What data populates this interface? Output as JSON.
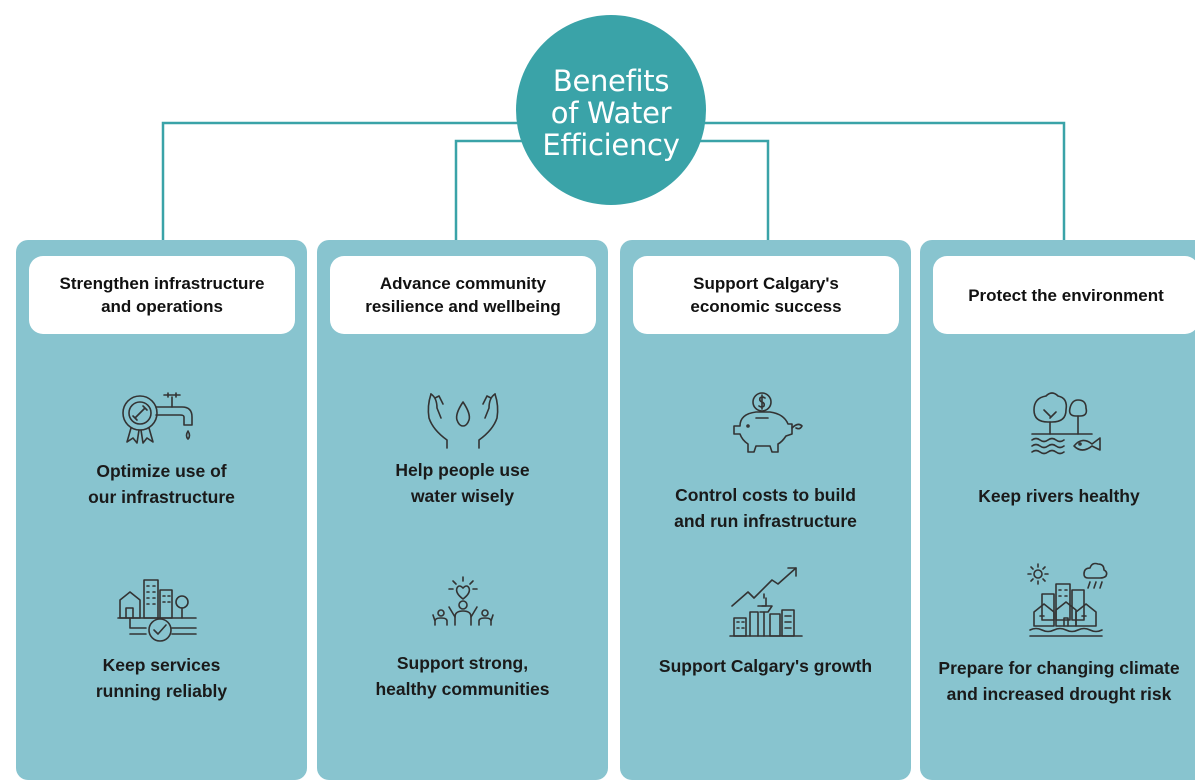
{
  "hub": {
    "line1": "Benefits",
    "line2": "of Water",
    "line3": "Efficiency"
  },
  "colors": {
    "hub": "#3aa3a8",
    "column": "#88c4cf",
    "connector": "#3aa3a8",
    "header_card": "#ffffff",
    "icon_stroke": "#333333"
  },
  "columns": [
    {
      "title": "Strengthen infrastructure\nand operations",
      "items": [
        {
          "icon": "faucet-gear-icon",
          "text": "Optimize use of\nour infrastructure"
        },
        {
          "icon": "buildings-pipe-check-icon",
          "text": "Keep services\nrunning reliably"
        }
      ]
    },
    {
      "title": "Advance community\nresilience and wellbeing",
      "items": [
        {
          "icon": "hands-water-drop-icon",
          "text": "Help people use\nwater wisely"
        },
        {
          "icon": "people-heart-icon",
          "text": "Support strong,\nhealthy communities"
        }
      ]
    },
    {
      "title": "Support Calgary's\neconomic success",
      "items": [
        {
          "icon": "piggy-bank-icon",
          "text": "Control costs to build\nand run infrastructure"
        },
        {
          "icon": "city-growth-arrow-icon",
          "text": "Support Calgary's growth"
        }
      ]
    },
    {
      "title": "Protect the environment",
      "items": [
        {
          "icon": "trees-river-fish-icon",
          "text": "Keep rivers healthy"
        },
        {
          "icon": "city-weather-icon",
          "text": "Prepare for changing climate\nand increased drought risk"
        }
      ]
    }
  ]
}
